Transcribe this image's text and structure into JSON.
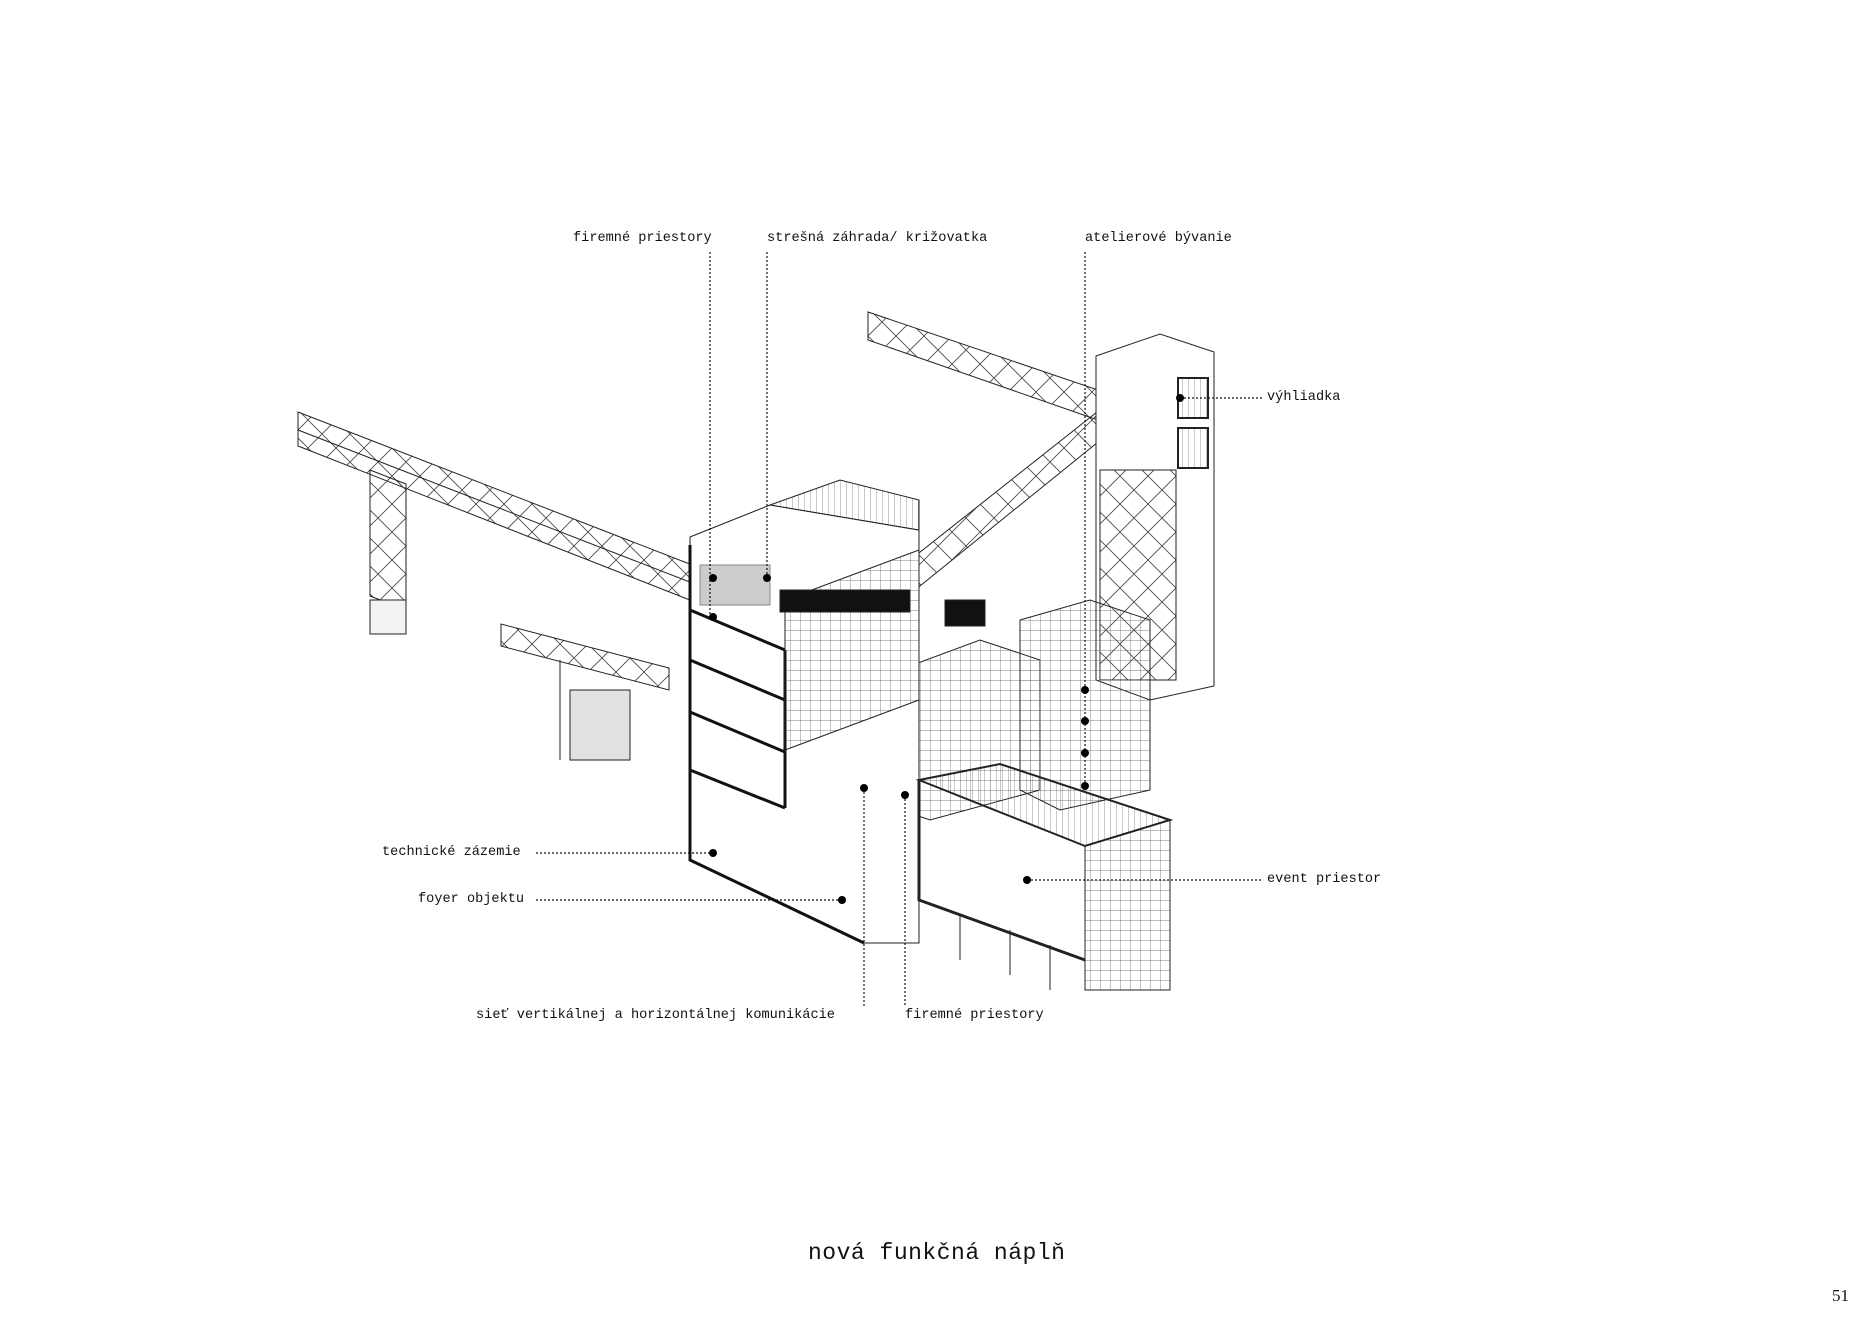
{
  "labels": {
    "top_left": "firemné priestory",
    "top_middle": "strešná záhrada/ križovatka",
    "top_right": "atelierové bývanie",
    "lookout": "výhliadka",
    "technical": "technické zázemie",
    "foyer": "foyer objektu",
    "event": "event priestor",
    "circulation": "sieť vertikálnej a horizontálnej komunikácie",
    "bottom_offices": "firemné priestory"
  },
  "title": "nová funkčná náplň",
  "page_number": "51"
}
